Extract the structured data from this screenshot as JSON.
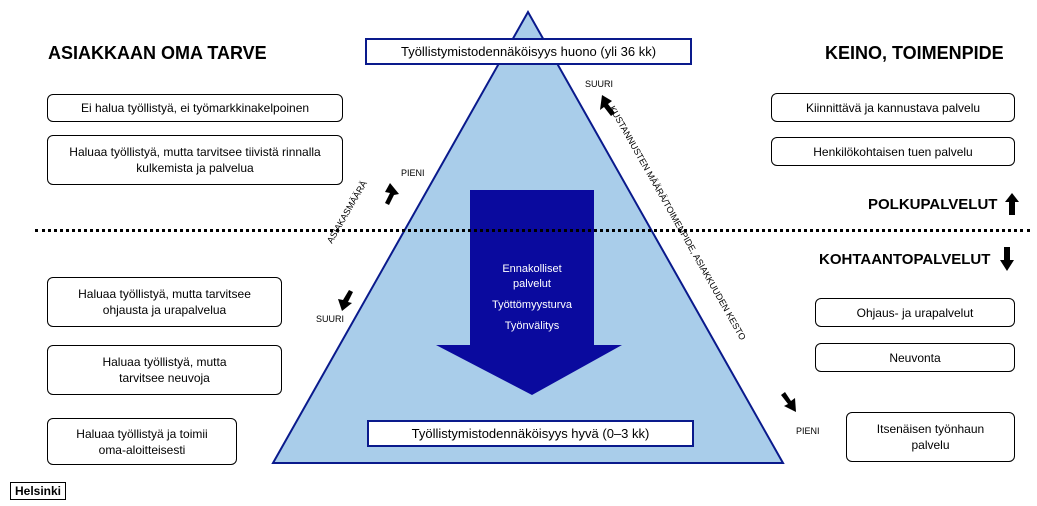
{
  "headings": {
    "left": "ASIAKKAAN OMA TARVE",
    "right": "KEINO, TOIMENPIDE",
    "polku": "POLKUPALVELUT",
    "kohtaanto": "KOHTAANTOPALVELUT"
  },
  "triangle": {
    "top_box": "Työllistymistodennäköisyys huono (yli 36 kk)",
    "bottom_box": "Työllistymistodennäköisyys hyvä (0–3 kk)",
    "arrow_lines": [
      "Ennakolliset palvelut",
      "Työttömyysturva",
      "Työnvälitys"
    ],
    "left_axis": {
      "label": "ASIAKASMÄÄRÄ",
      "top": "PIENI",
      "bottom": "SUURI"
    },
    "right_axis": {
      "label": "KUSTANNUSTEN MÄÄRÄ/TOIMENPIDE, ASIAKKUUDEN KESTO",
      "top": "SUURI",
      "bottom": "PIENI"
    }
  },
  "left_boxes": [
    "Ei halua työllistyä, ei työmarkkinakelpoinen",
    "Haluaa työllistyä, mutta tarvitsee tiivistä rinnalla kulkemista ja palvelua",
    "Haluaa työllistyä, mutta tarvitsee ohjausta ja urapalvelua",
    "Haluaa työllistyä, mutta tarvitsee neuvoja",
    "Haluaa työllistyä ja toimii oma-aloitteisesti"
  ],
  "right_boxes": [
    "Kiinnittävä ja kannustava palvelu",
    "Henkilökohtaisen tuen palvelu",
    "Ohjaus- ja urapalvelut",
    "Neuvonta",
    "Itsenäisen työnhaun palvelu"
  ],
  "logo": "Helsinki",
  "colors": {
    "triangle_fill": "#a9cdea",
    "triangle_stroke": "#0a1a8c",
    "arrow_fill": "#0a0a9e"
  }
}
